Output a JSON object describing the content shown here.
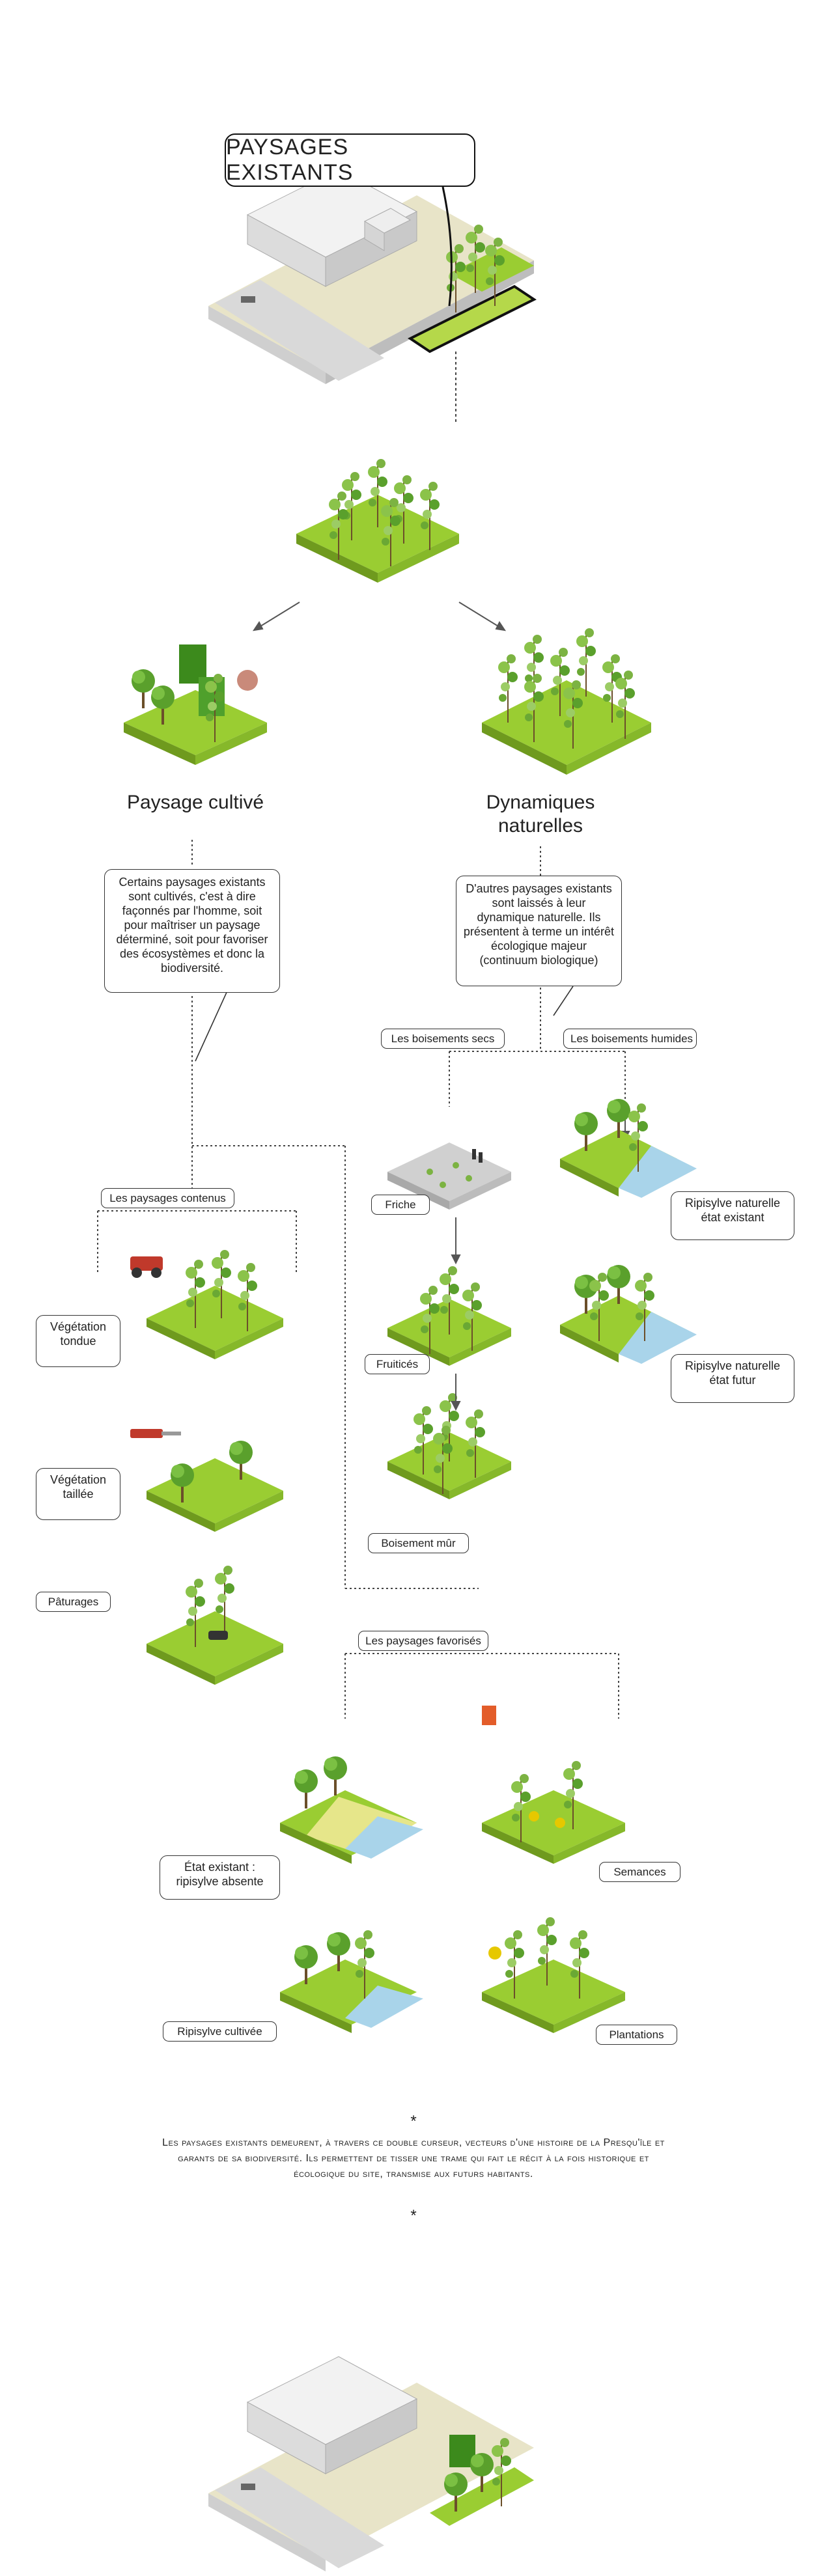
{
  "title": "PAYSAGES EXISTANTS",
  "branches": {
    "cultivated": "Paysage cultivé",
    "natural": "Dynamiques naturelles"
  },
  "callouts": {
    "cultivated": "Certains paysages existants sont cultivés, c'est à dire façonnés par l'homme, soit pour maîtriser un paysage déterminé, soit pour favoriser des écosystèmes et donc la biodiversité.",
    "natural": "D'autres paysages existants sont laissés à leur dynamique naturelle. Ils présentent à terme un intérêt écologique majeur (continuum biologique)"
  },
  "groups": {
    "dry_woods": "Les boisements secs",
    "wet_woods": "Les boisements humides",
    "contained": "Les paysages contenus",
    "favored": "Les paysages favorisés"
  },
  "labels": {
    "friche": "Friche",
    "fruitices": "Fruiticés",
    "boisement_mur": "Boisement mûr",
    "ripisylve_existant": "Ripisylve naturelle état existant",
    "ripisylve_futur": "Ripisylve naturelle état futur",
    "vegetation_tondue": "Végétation tondue",
    "vegetation_taillee": "Végétation taillée",
    "paturages": "Pâturages",
    "etat_existant": "État existant : ripisylve absente",
    "semances": "Semances",
    "ripisylve_cultivee": "Ripisylve cultivée",
    "plantations": "Plantations"
  },
  "conclusion": "Les paysages existants demeurent, à travers ce double curseur, vecteurs d'une histoire de la Presqu'île et garants de sa biodiversité. Ils permettent de tisser une trame qui fait le récit à la fois historique et écologique du site, transmise aux futurs habitants.",
  "separator": "*",
  "colors": {
    "grass": "#9acd32",
    "grass_side": "#6f9a1e",
    "tree": "#5aa02c",
    "tree_dark": "#3c7a1c",
    "water": "#a9d4ea",
    "sand": "#e8e4c8",
    "building": "#e6e6e6",
    "road": "#cfcfcf",
    "accent_red": "#c0392b"
  }
}
